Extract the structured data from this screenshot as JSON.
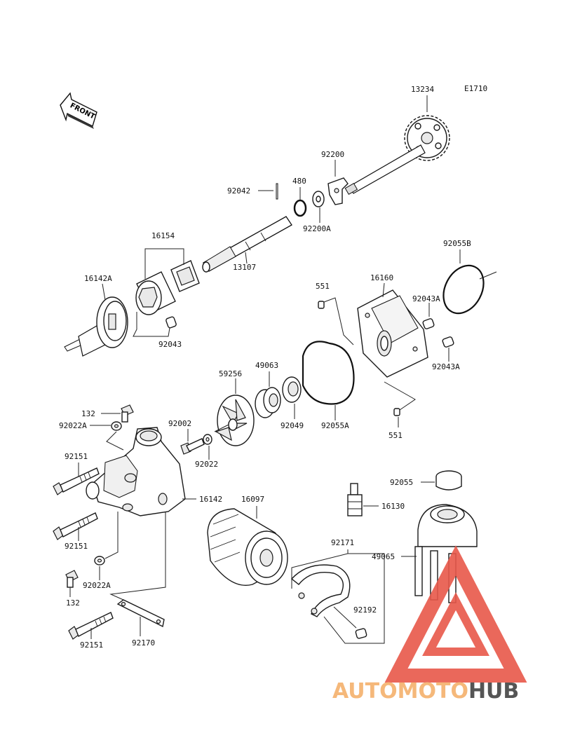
{
  "diagram": {
    "ref_code": "E1710",
    "front_label": "FRONT",
    "callouts": {
      "p13234": "13234",
      "p92200": "92200",
      "p92042": "92042",
      "p480": "480",
      "p92200A": "92200A",
      "p16154": "16154",
      "p13107": "13107",
      "p16142A": "16142A",
      "p92043": "92043",
      "p92055B": "92055B",
      "p551_top": "551",
      "p16160": "16160",
      "p92043A_top": "92043A",
      "p92043A_bot": "92043A",
      "p59256": "59256",
      "p49063": "49063",
      "p92049": "92049",
      "p92055A": "92055A",
      "p551_bot": "551",
      "p132_top": "132",
      "p92022A_top": "92022A",
      "p92002": "92002",
      "p92022": "92022",
      "p92151_a": "92151",
      "p16142": "16142",
      "p92151_b": "92151",
      "p16097": "16097",
      "p92055": "92055",
      "p16130": "16130",
      "p92171": "92171",
      "p49065": "49065",
      "p92022A_bot": "92022A",
      "p132_bot": "132",
      "p92192": "92192",
      "p92151_c": "92151",
      "p92170": "92170"
    }
  },
  "watermark": {
    "part1": "AUTOMOTO",
    "part2": "HUB",
    "color1": "#f5b87a",
    "color2": "#555555",
    "triangle_color": "#e8584a"
  }
}
